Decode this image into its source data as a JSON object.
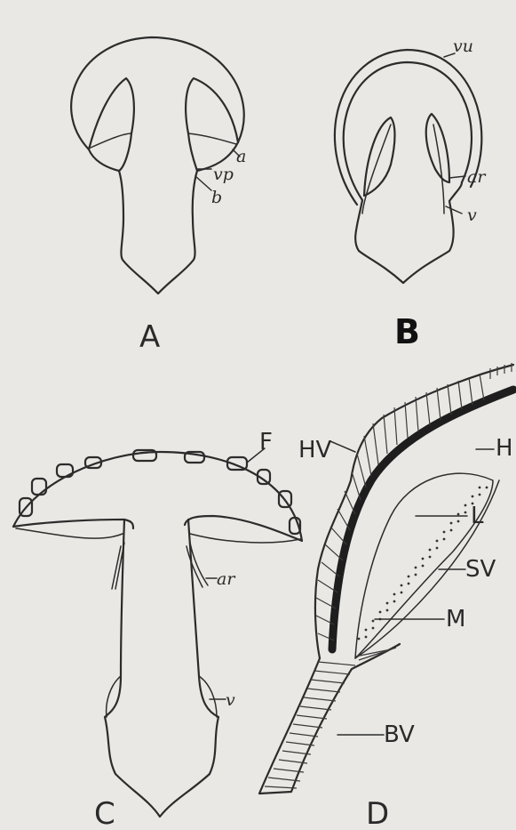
{
  "panels": {
    "A": {
      "title": "A",
      "labels": {
        "a": "a",
        "vp": "vp",
        "b": "b"
      }
    },
    "B": {
      "title": "B",
      "labels": {
        "vu": "vu",
        "ar": "ar",
        "v": "v"
      }
    },
    "C": {
      "title": "C",
      "labels": {
        "F": "F",
        "ar": "ar",
        "v": "v"
      }
    },
    "D": {
      "title": "D",
      "labels": {
        "HV": "HV",
        "H": "H",
        "L": "L",
        "SV": "SV",
        "M": "M",
        "BV": "BV"
      }
    }
  },
  "colors": {
    "paper": "#e9e8e4",
    "ink": "#2c2c2c"
  }
}
